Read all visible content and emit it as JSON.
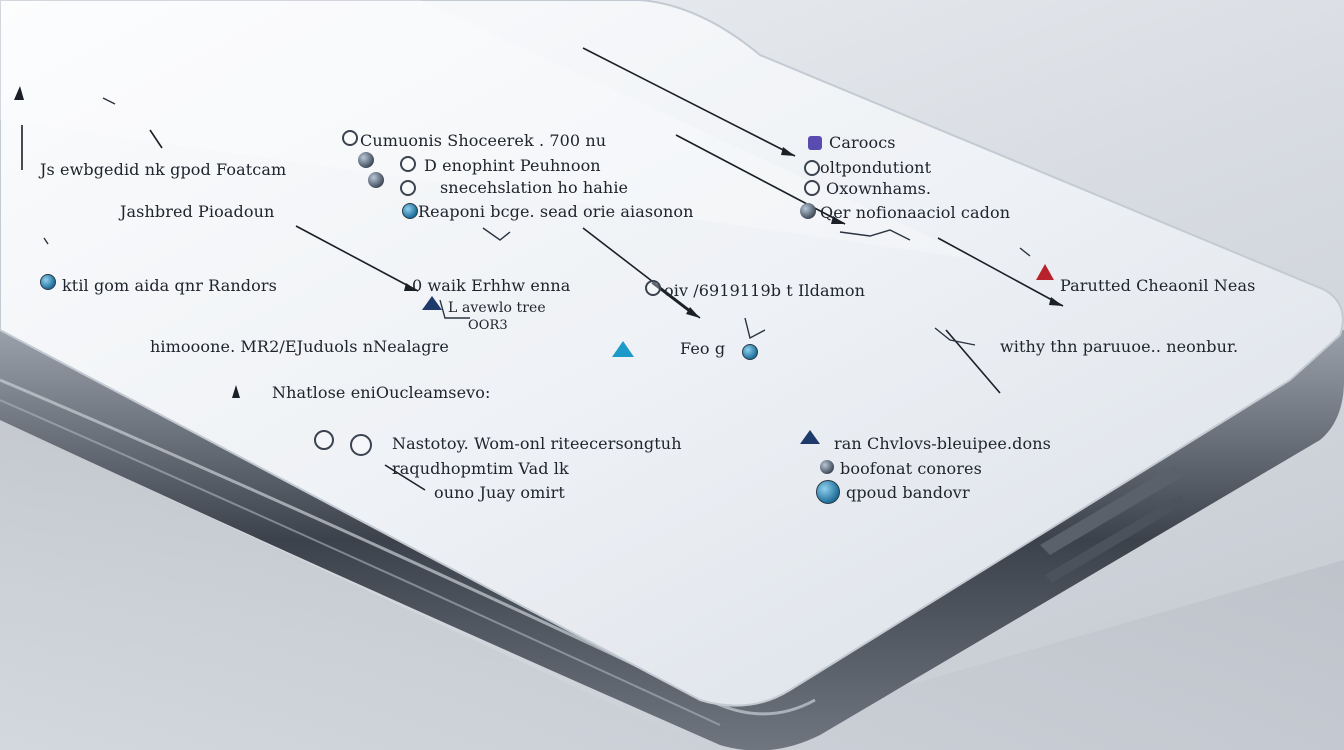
{
  "labels": {
    "top_center_1": "Cumuonis Shoceerek  .  700 nu",
    "top_center_2": "D enophint Peuhnoon",
    "top_center_3": "snecehslation ho hahie",
    "top_center_4": "Reaponi bcge. sead orie aiasonon",
    "top_right_1": "Caroocs",
    "top_right_2": "oltpondutiont",
    "top_right_3": "Oxownhams.",
    "top_right_4": "Qer nofionaaciol cadon",
    "left_1": "Js ewbgedid nk gpod Foatcam",
    "left_2": "Jashbred Pioadoun",
    "left_3": "ktil gom aida qnr Randors",
    "left_4": "himooone. MR2/EJuduols nNealagre",
    "left_5": "Nhatlose eniOucleamsevo:",
    "mid_1": "0 waik Erhhw enna",
    "mid_2": "L avewlo tree",
    "mid_3": "OOR3",
    "mid_4": "oiv /6919119b t Ildamon",
    "mid_5": "Feo g",
    "right_1": "Parutted Cheaonil Neas",
    "right_2": "withy thn paruuoe.. neonbur.",
    "bottom_mid_1": "Nastotoy. Wom-onl riteecersongtuh",
    "bottom_mid_2": "raqudhopmtim Vad lk",
    "bottom_mid_3": "ouno Juay omirt",
    "bottom_right_1": "ran Chvlovs-bleuipee.dons",
    "bottom_right_2": "boofonat conores",
    "bottom_right_3": "qpoud bandovr"
  },
  "colors": {
    "background": "#d9dde3",
    "panel": "#f4f6f8",
    "frame_edge": "#7a808a",
    "text": "#20242c",
    "accent_blue": "#1f6f9b",
    "accent_red": "#b8232b",
    "accent_purple": "#5a4bb0"
  },
  "icons": [
    "circle-icon",
    "ring-icon",
    "flag-icon",
    "wedge-icon",
    "arrow-line"
  ]
}
